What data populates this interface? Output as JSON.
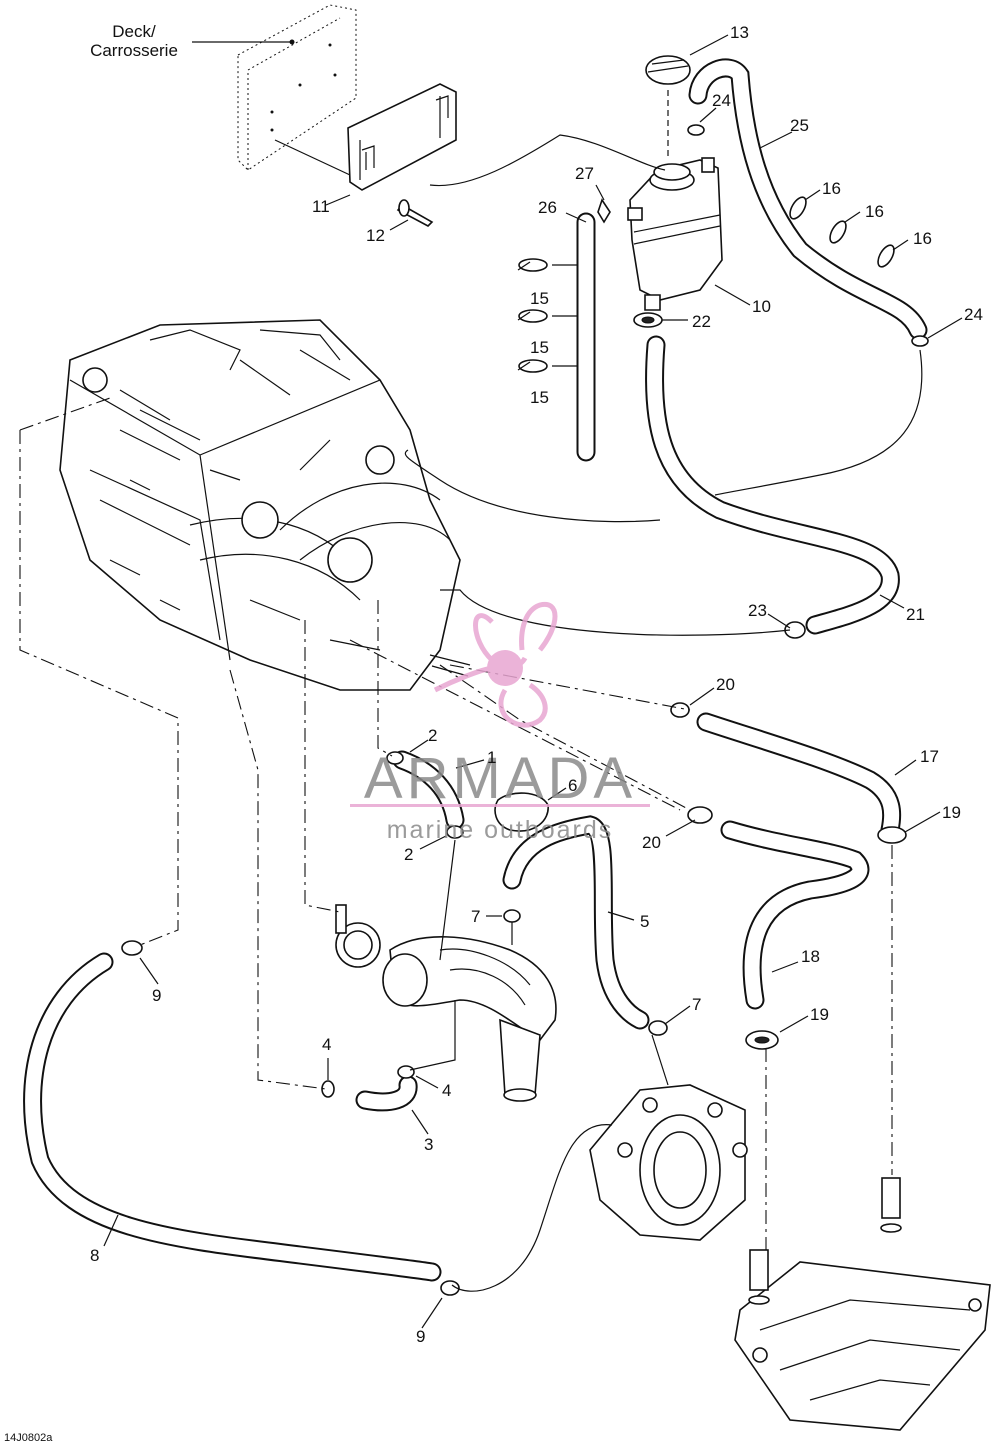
{
  "deck_label_line1": "Deck/",
  "deck_label_line2": "Carrosserie",
  "drawing_ref": "14J0802a",
  "watermark": {
    "brand": "ARMADA",
    "tagline": "marine outboards",
    "color": "#e8a6d2"
  },
  "callouts": {
    "c1": "1",
    "c2a": "2",
    "c2b": "2",
    "c3": "3",
    "c4a": "4",
    "c4b": "4",
    "c5": "5",
    "c6": "6",
    "c7a": "7",
    "c7b": "7",
    "c8": "8",
    "c9a": "9",
    "c9b": "9",
    "c10": "10",
    "c11": "11",
    "c12": "12",
    "c13": "13",
    "c15a": "15",
    "c15b": "15",
    "c15c": "15",
    "c16a": "16",
    "c16b": "16",
    "c16c": "16",
    "c17": "17",
    "c18": "18",
    "c19a": "19",
    "c19b": "19",
    "c20a": "20",
    "c20b": "20",
    "c21": "21",
    "c22": "22",
    "c23": "23",
    "c24a": "24",
    "c24b": "24",
    "c25": "25",
    "c26": "26",
    "c27": "27"
  }
}
